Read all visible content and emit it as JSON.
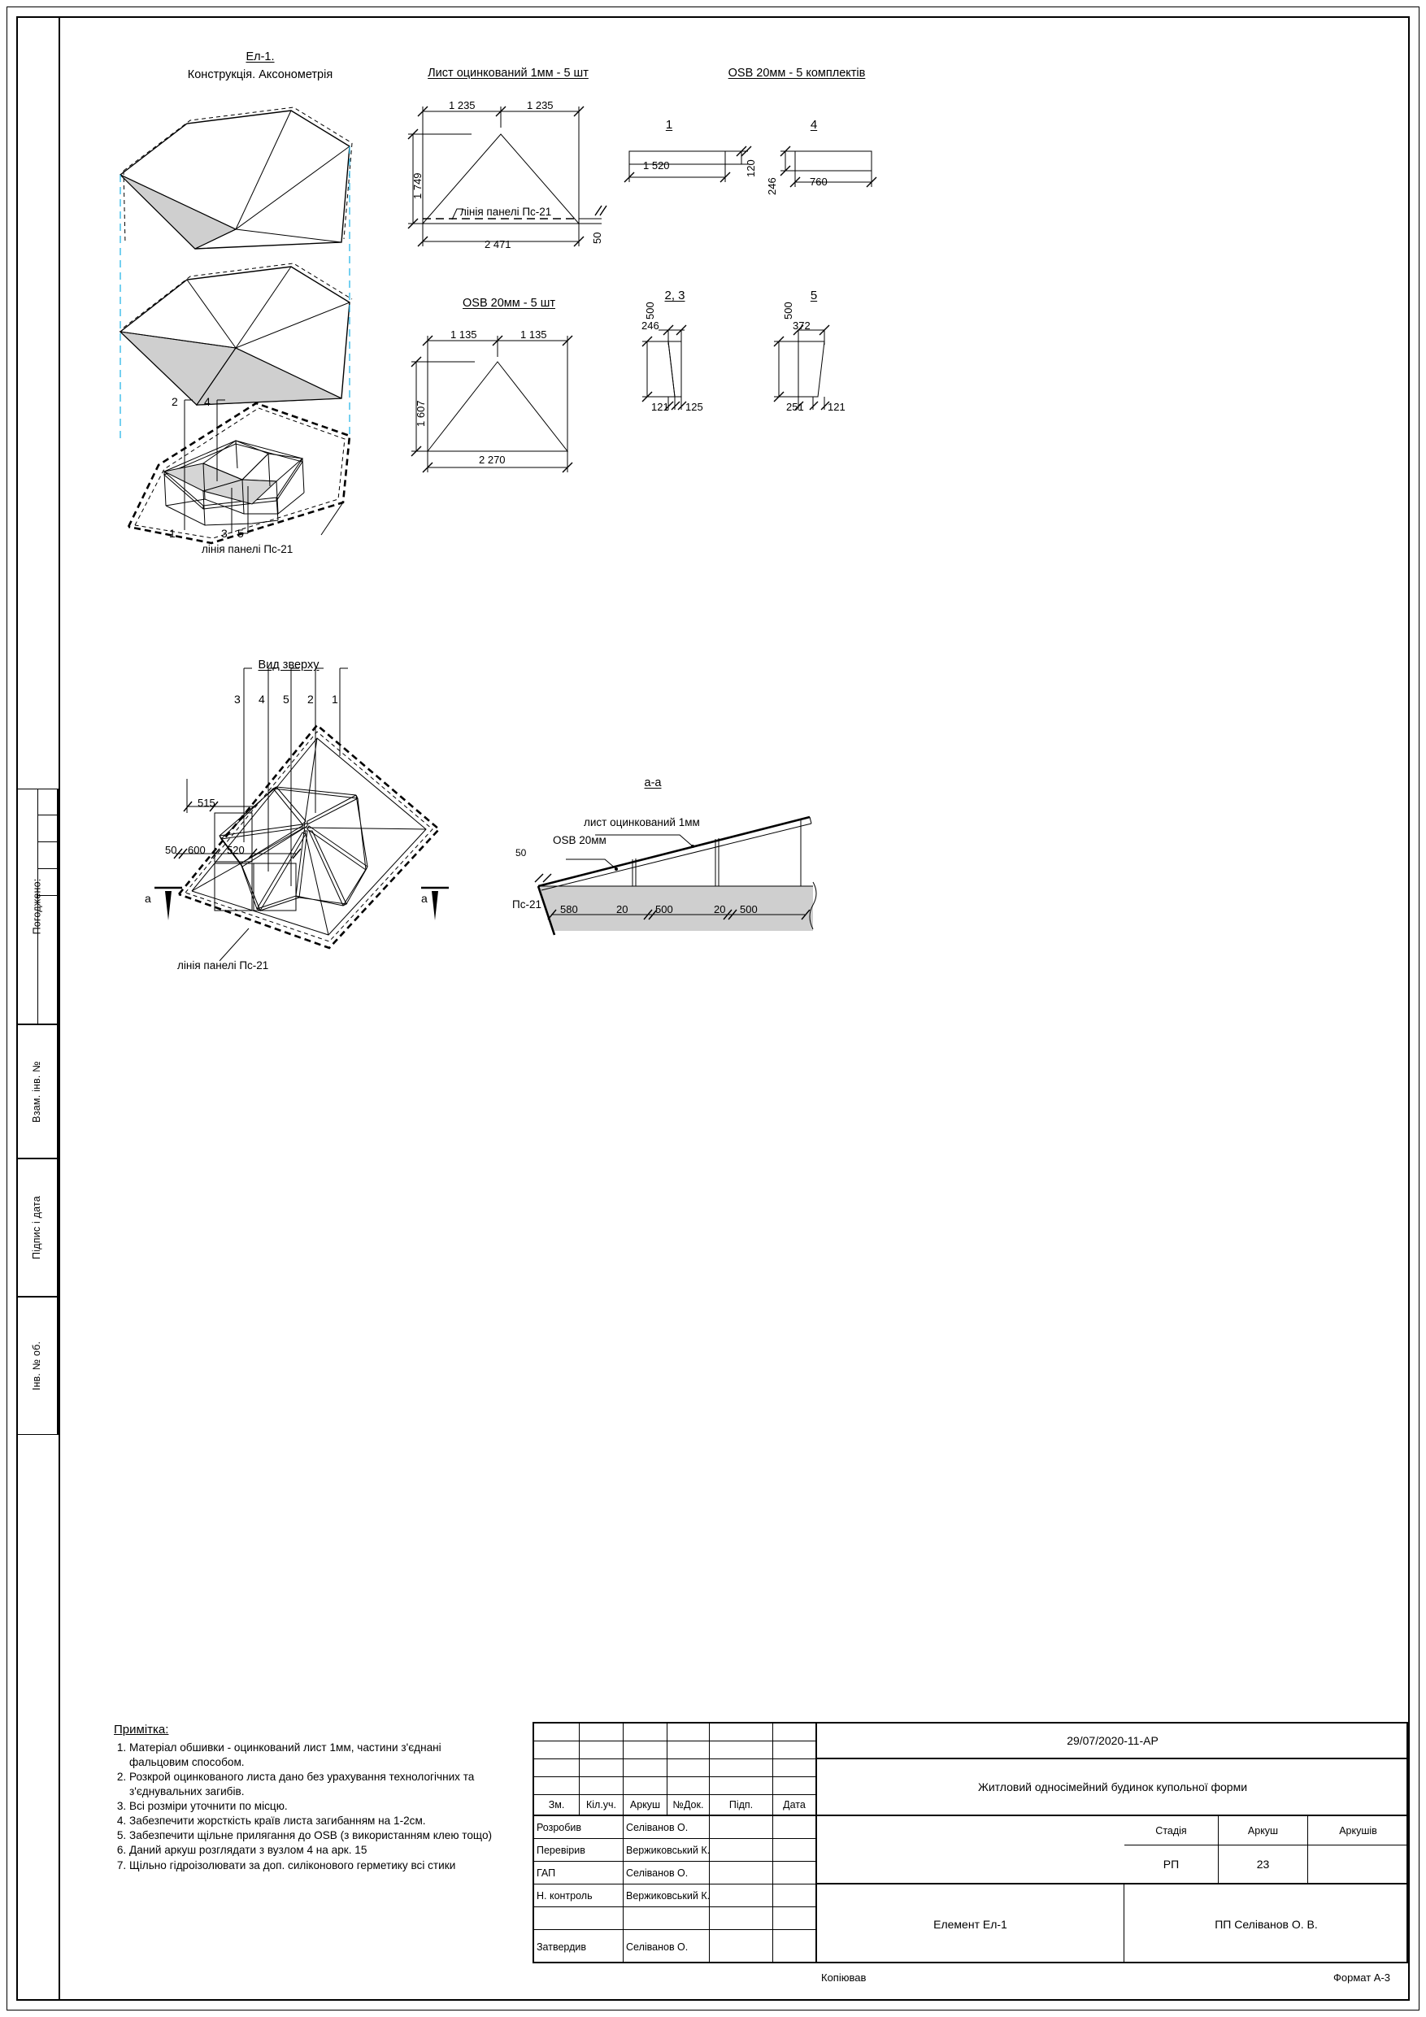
{
  "sheet": {
    "format_label": "Формат А-3",
    "copied_label": "Копіював"
  },
  "left_column": {
    "approved_label": "Погоджено:",
    "items": [
      {
        "label": "Взам. інв. №"
      },
      {
        "label": "Підпис і дата"
      },
      {
        "label": "Інв. № об."
      }
    ]
  },
  "views": {
    "axonometry": {
      "title_line1": "Ел-1.",
      "title_line2": "Конструкція. Аксонометрія",
      "callouts": [
        "2",
        "4",
        "1",
        "3",
        "5"
      ],
      "panel_line_note": "лінія панелі Пс-21"
    },
    "galv_sheet": {
      "title": "Лист оцинкований 1мм - 5 шт",
      "dim_left": "1 235",
      "dim_right": "1 235",
      "dim_height": "1 749",
      "dim_base": "2 471",
      "dim_offset": "50",
      "panel_line_note": "лінія панелі Пс-21"
    },
    "osb_sheet": {
      "title": "OSB 20мм - 5 шт",
      "dim_left": "1 135",
      "dim_right": "1 135",
      "dim_height": "1 607",
      "dim_base": "2 270"
    },
    "osb_sets": {
      "title": "OSB 20мм - 5 комплектів",
      "parts": [
        {
          "id": "1",
          "dim_length": "1 520",
          "dim_thickness": "120"
        },
        {
          "id": "4",
          "dim_length": "760",
          "dim_thickness": "246"
        },
        {
          "id": "2, 3",
          "dim_top": "246",
          "dim_height": "500",
          "dim_bottom_left": "121",
          "dim_bottom_right": "125"
        },
        {
          "id": "5",
          "dim_top": "372",
          "dim_height": "500",
          "dim_bottom_left": "251",
          "dim_bottom_right": "121"
        }
      ]
    },
    "top_view": {
      "title": "Вид зверху",
      "callouts": [
        "3",
        "4",
        "5",
        "2",
        "1"
      ],
      "dim_515": "515",
      "dim_50": "50",
      "dim_600": "600",
      "dim_520": "520",
      "section_mark_left": "a",
      "section_mark_right": "a",
      "panel_line_note": "лінія панелі Пс-21"
    },
    "section_aa": {
      "title": "a-a",
      "label_galv": "лист оцинкований 1мм",
      "label_osb": "OSB 20мм",
      "label_panel": "Пс-21",
      "dim_50": "50",
      "dims": [
        "580",
        "20",
        "500",
        "20",
        "500"
      ]
    }
  },
  "notes": {
    "title": "Примітка:",
    "items": [
      "Матеріал обшивки - оцинкований лист 1мм, частини з'єднані фальцовим способом.",
      "Розкрой оцинкованого листа дано без урахування технологічних та з'єднувальних загибів.",
      "Всі розміри уточнити по місцю.",
      "Забезпечити жорсткість країв листа загибанням на 1-2см.",
      "Забезпечити щільне прилягання до OSB (з використанням клею тощо)",
      "Даний аркуш розглядати з вузлом 4 на арк. 15",
      "Щільно гідроізолювати за доп. силіконового герметику всі стики"
    ]
  },
  "title_block": {
    "headers": [
      "Зм.",
      "Кіл.уч.",
      "Аркуш",
      "№Док.",
      "Підп.",
      "Дата"
    ],
    "roles": [
      {
        "role": "Розробив",
        "person": "Селіванов О."
      },
      {
        "role": "Перевірив",
        "person": "Вержиковський К."
      },
      {
        "role": "ГАП",
        "person": "Селіванов О."
      },
      {
        "role": "Н. контроль",
        "person": "Вержиковський К."
      },
      {
        "role": "",
        "person": ""
      },
      {
        "role": "Затвердив",
        "person": "Селіванов О."
      }
    ],
    "doc_code": "29/07/2020-11-АР",
    "project_name": "Житловий односімейний будинок купольної форми",
    "element_name": "Елемент Ел-1",
    "organization": "ПП Селіванов О. В.",
    "stage_label": "Стадія",
    "sheet_label": "Аркуш",
    "sheets_label": "Аркушів",
    "stage_value": "РП",
    "sheet_value": "23",
    "sheets_value": ""
  }
}
